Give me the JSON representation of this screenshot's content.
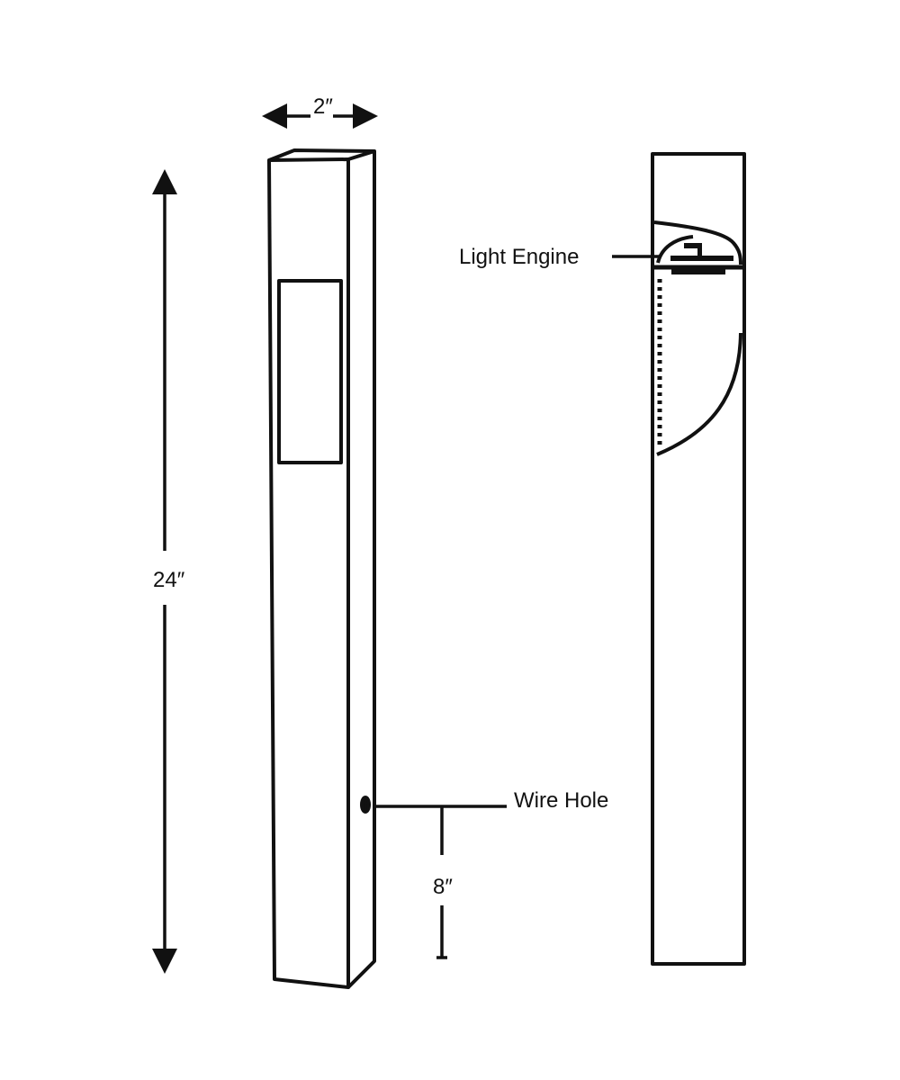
{
  "labels": {
    "width": "2″",
    "height": "24″",
    "wire_hole": "Wire Hole",
    "wire_hole_height": "8″",
    "light_engine": "Light Engine"
  },
  "colors": {
    "stroke": "#111111",
    "background": "#ffffff"
  }
}
